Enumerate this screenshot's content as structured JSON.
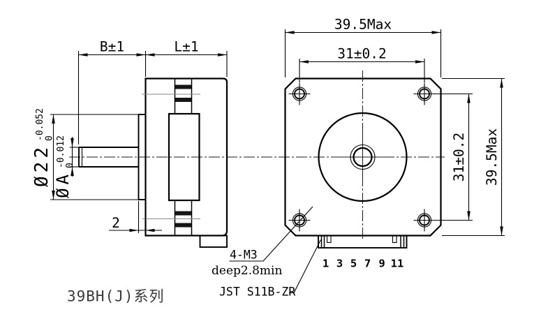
{
  "title": "39BH(J)系列",
  "side_view": {
    "dim_shaft_length": "B±1",
    "dim_body_length": "L±1",
    "dim_pilot_dia": {
      "main": "Ø22",
      "tol_upper": "0",
      "tol_lower": "-0.052"
    },
    "dim_shaft_dia": {
      "main": "ØA",
      "tol_upper": "0",
      "tol_lower": "-0.012"
    },
    "dim_pilot_depth": "2"
  },
  "front_view": {
    "dim_width_top": "39.5Max",
    "dim_hole_spacing_top": "31±0.2",
    "dim_hole_spacing_right": "31±0.2",
    "dim_height_right": "39.5Max",
    "note_mounting_holes": {
      "line1": "4-M3",
      "line2": "deep2.8min"
    },
    "note_connector": "JST S11B-ZR",
    "pin_labels": [
      "1",
      "3",
      "5",
      "7",
      "9",
      "11"
    ]
  }
}
